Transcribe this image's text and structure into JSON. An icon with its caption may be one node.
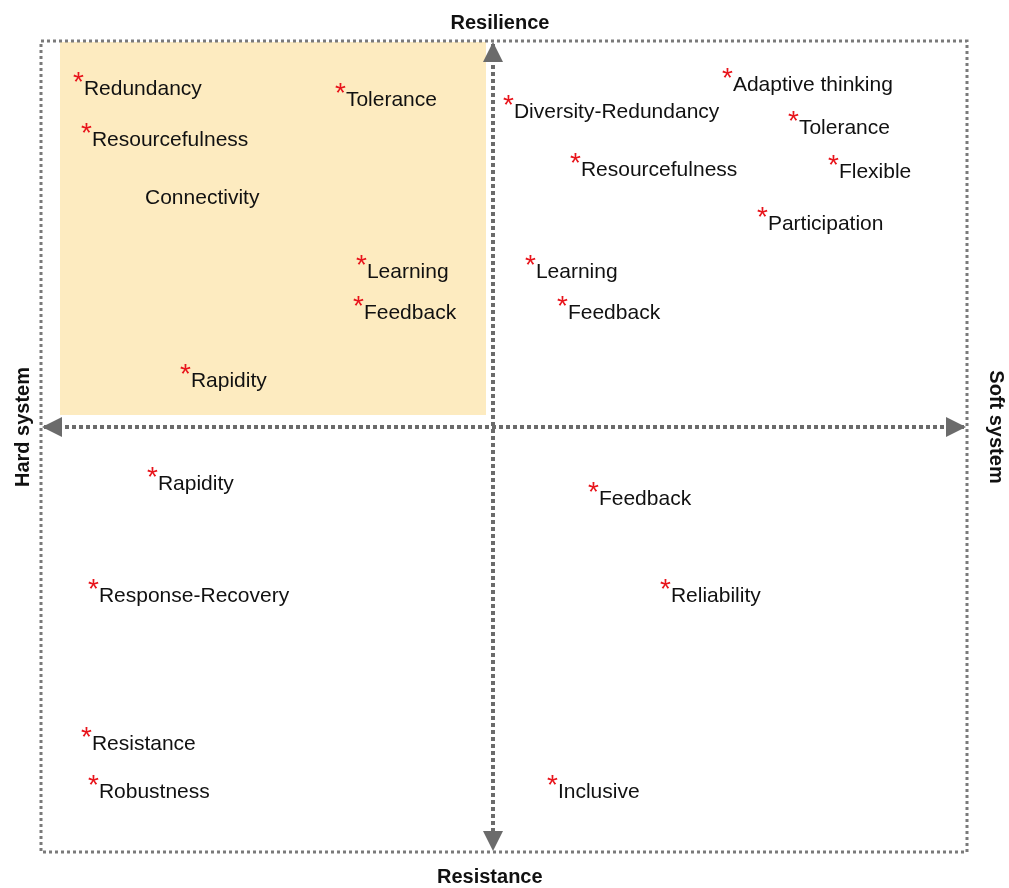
{
  "diagram": {
    "labels": [
      "Resilience",
      "*Redundancy",
      "*Tolerance",
      "*Adaptive thinking",
      "*Diversity-Redundancy",
      "*Tolerance",
      "*Resourcefulness",
      "*Resourcefulness",
      "*Flexible",
      "Connectivity",
      "*Participation",
      "*Learning",
      "*Learning",
      "*Feedback",
      "*Feedback",
      "*Rapidity",
      "Hard system",
      "Soft system",
      "*Rapidity",
      "*Feedback",
      "*Response-Recovery",
      "*Reliability",
      "*Resistance",
      "*Robustness",
      "*Inclusive",
      "Resistance"
    ]
  }
}
